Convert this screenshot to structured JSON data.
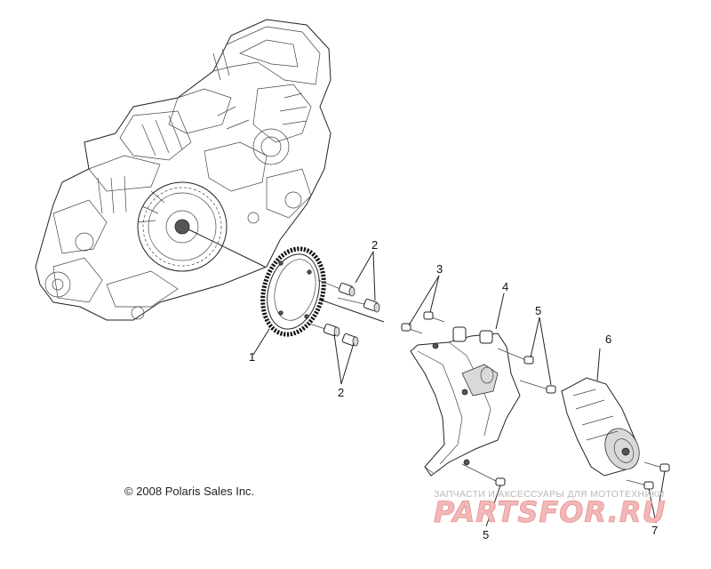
{
  "callouts": {
    "c1": "1",
    "c2a": "2",
    "c2b": "2",
    "c3": "3",
    "c4": "4",
    "c5a": "5",
    "c5b": "5",
    "c6": "6",
    "c7": "7"
  },
  "copyright": "© 2008 Polaris Sales Inc.",
  "watermark": {
    "caption": "ЗАПЧАСТИ И АКСЕССУАРЫ ДЛЯ МОТОТЕХНИКИ",
    "brand": "PARTSFOR.RU",
    "color": "#f2b8b8"
  }
}
